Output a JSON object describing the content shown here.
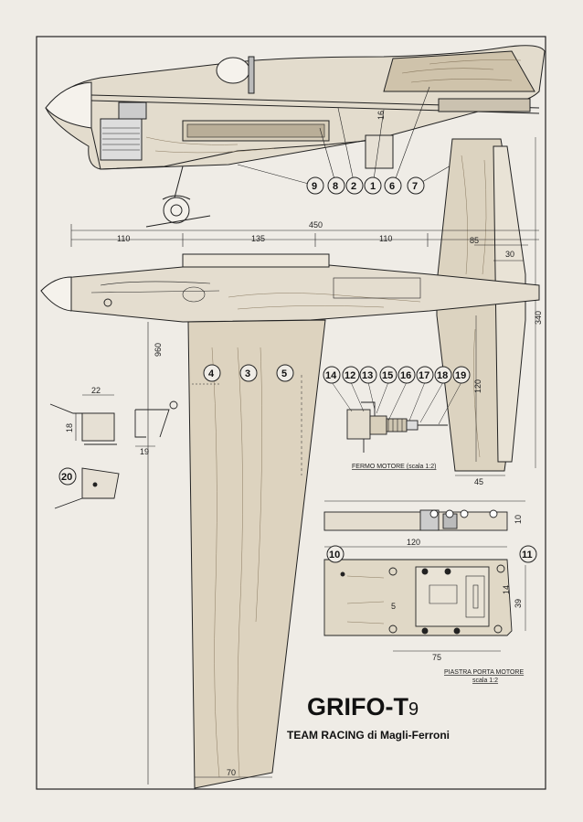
{
  "title": {
    "main": "GRIFO-T",
    "suffix": "9",
    "subtitle_strong": "TEAM RACING",
    "subtitle_rest": "di Magli-Ferroni"
  },
  "dimensions": {
    "total_length": "450",
    "seg_front": "110",
    "seg_mid": "135",
    "seg_rear": "110",
    "fin_width": "85",
    "fin_notch": "30",
    "tail_span": "340",
    "tail_chord": "120",
    "tail_root": "45",
    "wing_span": "960",
    "wing_tip": "70",
    "fuselage_height": "16",
    "bracket_w": "22",
    "bracket_h": "18",
    "bracket_foot": "19",
    "plate_len": "120",
    "plate_h": "10",
    "plate_w": "39",
    "plate_hole": "5",
    "plate_span": "75",
    "plate_small": "14"
  },
  "callouts": {
    "c1": "1",
    "c2": "2",
    "c3": "3",
    "c4": "4",
    "c5": "5",
    "c6": "6",
    "c7": "7",
    "c8": "8",
    "c9": "9",
    "c10": "10",
    "c11": "11",
    "c12": "12",
    "c13": "13",
    "c14": "14",
    "c15": "15",
    "c16": "16",
    "c17": "17",
    "c18": "18",
    "c19": "19",
    "c20": "20"
  },
  "captions": {
    "engine_stop": "FERMO MOTORE (scala 1:2)",
    "engine_plate_line1": "PIASTRA PORTA MOTORE",
    "engine_plate_line2": "scala 1:2"
  }
}
